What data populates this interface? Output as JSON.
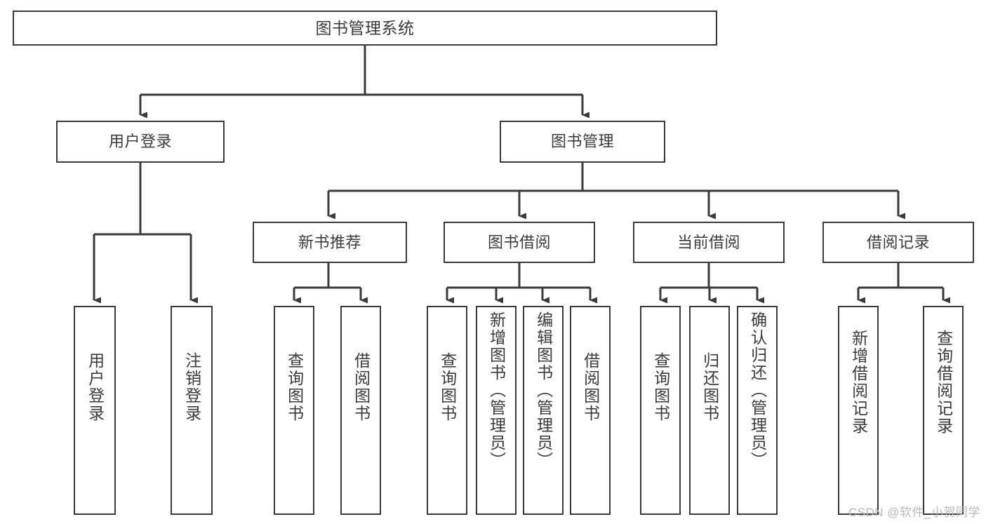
{
  "diagram": {
    "title": "图书管理系统",
    "type": "hierarchy-tree",
    "watermark": "CSDN @软件_小贺同学",
    "colors": {
      "stroke": "#3a3a3a",
      "text": "#3b3b3b",
      "background": "#ffffff",
      "watermark": "#b9b9b9"
    },
    "levels": {
      "level0": [
        {
          "id": "root",
          "label": "图书管理系统"
        }
      ],
      "level1": [
        {
          "id": "user-login",
          "label": "用户登录"
        },
        {
          "id": "book-manage",
          "label": "图书管理"
        }
      ],
      "level2": [
        {
          "id": "new-book-rec",
          "label": "新书推荐"
        },
        {
          "id": "book-borrow",
          "label": "图书借阅"
        },
        {
          "id": "current-borrow",
          "label": "当前借阅"
        },
        {
          "id": "borrow-record",
          "label": "借阅记录"
        }
      ],
      "level3": [
        {
          "id": "leaf-user-login",
          "label": "用户登录"
        },
        {
          "id": "leaf-logout-login",
          "label": "注销登录"
        },
        {
          "id": "leaf-query-book-1",
          "label": "查询图书"
        },
        {
          "id": "leaf-borrow-book-1",
          "label": "借阅图书"
        },
        {
          "id": "leaf-query-book-2",
          "label": "查询图书"
        },
        {
          "id": "leaf-add-book-admin",
          "label": "新增图书（管理员）"
        },
        {
          "id": "leaf-edit-book-admin",
          "label": "编辑图书（管理员）"
        },
        {
          "id": "leaf-borrow-book-2",
          "label": "借阅图书"
        },
        {
          "id": "leaf-query-book-3",
          "label": "查询图书"
        },
        {
          "id": "leaf-return-book",
          "label": "归还图书"
        },
        {
          "id": "leaf-confirm-return-admin",
          "label": "确认归还（管理员）"
        },
        {
          "id": "leaf-add-borrow-record",
          "label": "新增借阅记录"
        },
        {
          "id": "leaf-query-borrow-record",
          "label": "查询借阅记录"
        }
      ]
    },
    "edges": [
      {
        "from": "root",
        "to": "user-login"
      },
      {
        "from": "root",
        "to": "book-manage"
      },
      {
        "from": "user-login",
        "to": "leaf-user-login"
      },
      {
        "from": "user-login",
        "to": "leaf-logout-login"
      },
      {
        "from": "book-manage",
        "to": "new-book-rec"
      },
      {
        "from": "book-manage",
        "to": "book-borrow"
      },
      {
        "from": "book-manage",
        "to": "current-borrow"
      },
      {
        "from": "book-manage",
        "to": "borrow-record"
      },
      {
        "from": "new-book-rec",
        "to": "leaf-query-book-1"
      },
      {
        "from": "new-book-rec",
        "to": "leaf-borrow-book-1"
      },
      {
        "from": "book-borrow",
        "to": "leaf-query-book-2"
      },
      {
        "from": "book-borrow",
        "to": "leaf-add-book-admin"
      },
      {
        "from": "book-borrow",
        "to": "leaf-edit-book-admin"
      },
      {
        "from": "book-borrow",
        "to": "leaf-borrow-book-2"
      },
      {
        "from": "current-borrow",
        "to": "leaf-query-book-3"
      },
      {
        "from": "current-borrow",
        "to": "leaf-return-book"
      },
      {
        "from": "current-borrow",
        "to": "leaf-confirm-return-admin"
      },
      {
        "from": "borrow-record",
        "to": "leaf-add-borrow-record"
      },
      {
        "from": "borrow-record",
        "to": "leaf-query-borrow-record"
      }
    ]
  }
}
